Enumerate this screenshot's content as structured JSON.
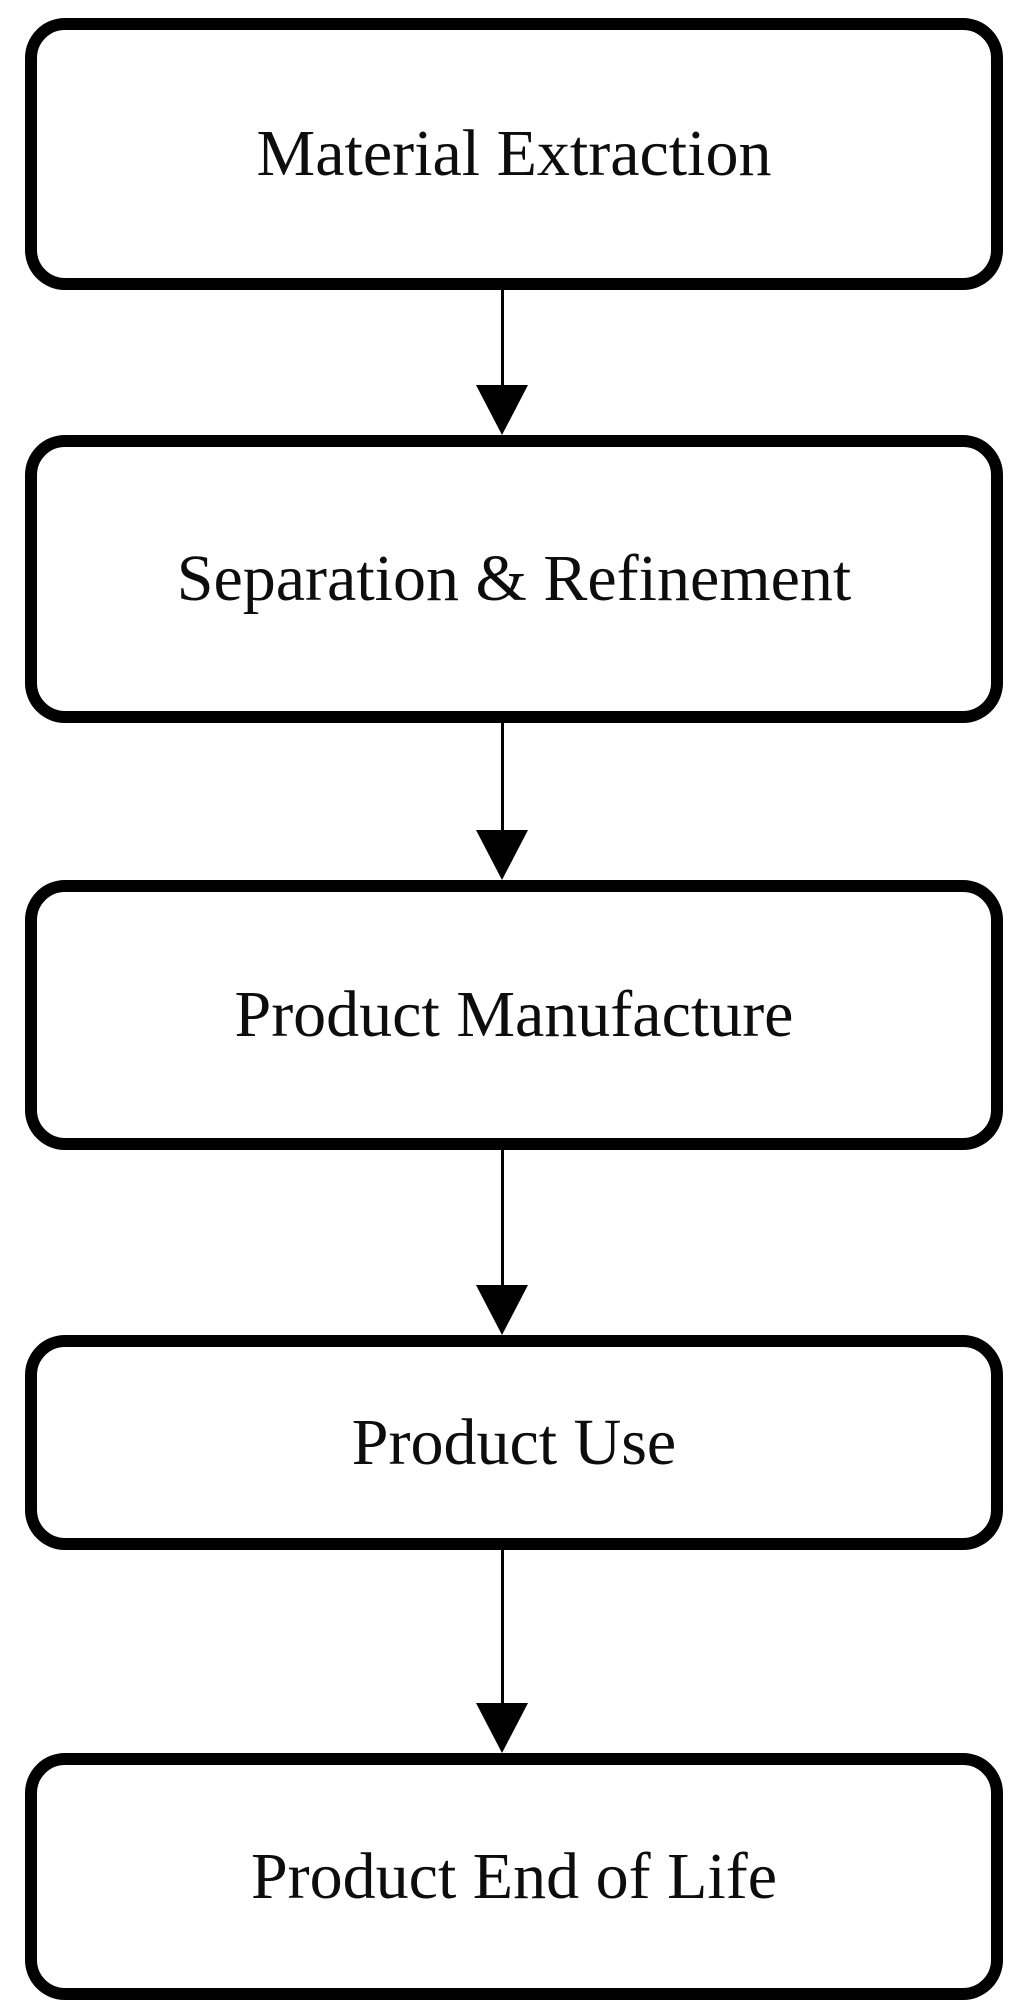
{
  "flowchart": {
    "direction": "top-to-bottom",
    "nodes": [
      {
        "id": "material-extraction",
        "label": "Material Extraction"
      },
      {
        "id": "separation-refinement",
        "label": "Separation & Refinement"
      },
      {
        "id": "product-manufacture",
        "label": "Product Manufacture"
      },
      {
        "id": "product-use",
        "label": "Product Use"
      },
      {
        "id": "product-end-of-life",
        "label": "Product End of Life"
      }
    ],
    "edges": [
      {
        "from": "material-extraction",
        "to": "separation-refinement",
        "style": "solid",
        "head": "filled-triangle-down"
      },
      {
        "from": "separation-refinement",
        "to": "product-manufacture",
        "style": "solid",
        "head": "filled-triangle-down"
      },
      {
        "from": "product-manufacture",
        "to": "product-use",
        "style": "solid",
        "head": "filled-triangle-down"
      },
      {
        "from": "product-use",
        "to": "product-end-of-life",
        "style": "solid",
        "head": "filled-triangle-down"
      }
    ],
    "colors": {
      "node_border": "#000000",
      "node_fill": "#ffffff",
      "text": "#0d0d0d",
      "arrow": "#000000",
      "background": "#ffffff"
    }
  }
}
